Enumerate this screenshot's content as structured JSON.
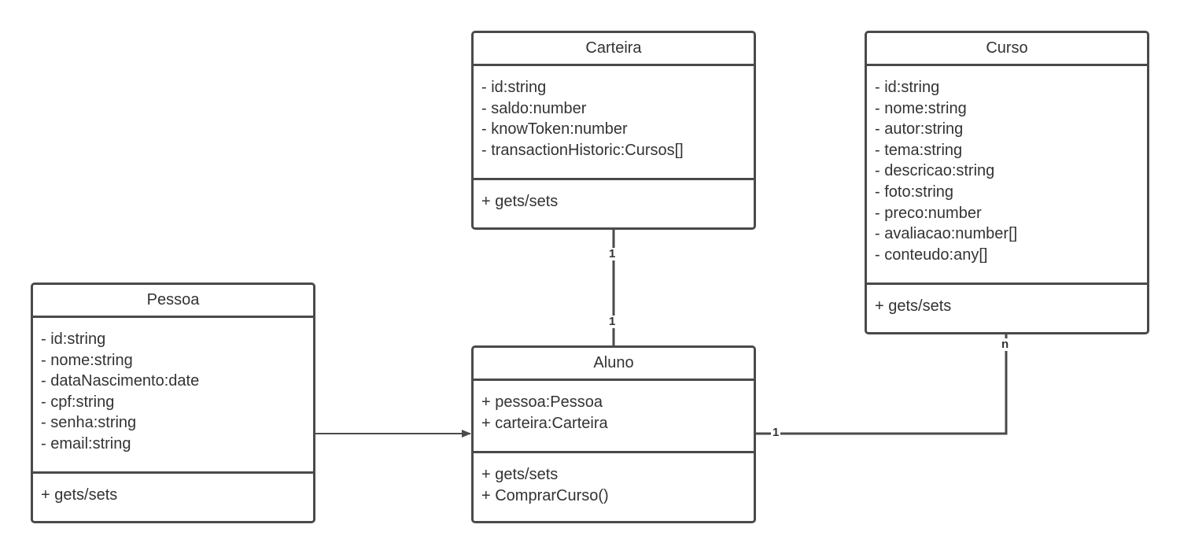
{
  "classes": {
    "carteira": {
      "name": "Carteira",
      "attributes": [
        "- id:string",
        "- saldo:number",
        "- knowToken:number",
        "- transactionHistoric:Cursos[]"
      ],
      "methods": [
        "+ gets/sets"
      ]
    },
    "curso": {
      "name": "Curso",
      "attributes": [
        "- id:string",
        "- nome:string",
        "- autor:string",
        "- tema:string",
        "- descricao:string",
        "- foto:string",
        "- preco:number",
        "- avaliacao:number[]",
        "- conteudo:any[]"
      ],
      "methods": [
        "+ gets/sets"
      ]
    },
    "pessoa": {
      "name": "Pessoa",
      "attributes": [
        "- id:string",
        "- nome:string",
        "- dataNascimento:date",
        "- cpf:string",
        "- senha:string",
        "- email:string"
      ],
      "methods": [
        "+ gets/sets"
      ]
    },
    "aluno": {
      "name": "Aluno",
      "attributes": [
        "+ pessoa:Pessoa",
        "+ carteira:Carteira"
      ],
      "methods": [
        "+ gets/sets",
        "+ ComprarCurso()"
      ]
    }
  },
  "relations": {
    "carteira_aluno": {
      "from_multiplicity": "1",
      "to_multiplicity": "1"
    },
    "aluno_curso": {
      "from_multiplicity": "1",
      "to_multiplicity": "n"
    },
    "pessoa_aluno": {
      "type": "directed-association"
    }
  },
  "colors": {
    "stroke": "#4a4a4a",
    "text": "#333333",
    "background": "#ffffff"
  }
}
